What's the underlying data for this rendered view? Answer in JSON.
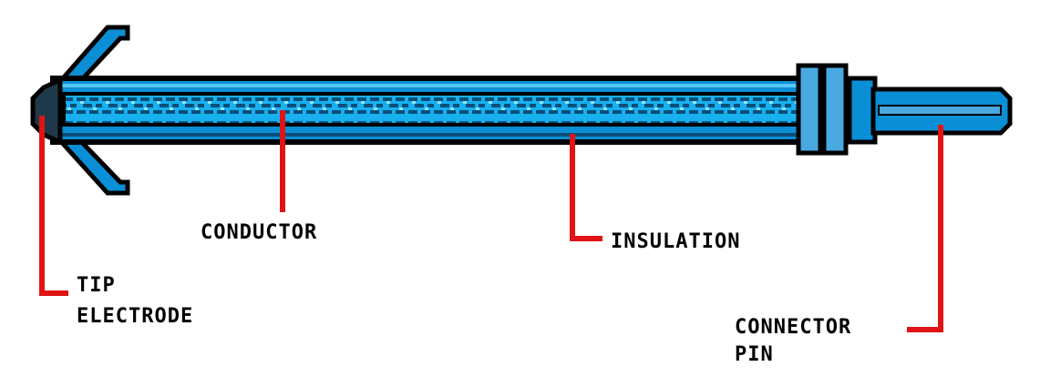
{
  "labels": {
    "conductor": "CONDUCTOR",
    "insulation": "INSULATION",
    "tip_line1": "TIP",
    "tip_line2": "ELECTRODE",
    "connector_line1": "CONNECTOR",
    "connector_line2": "PIN"
  },
  "colors": {
    "outline": "#000000",
    "lead_body": "#0a8fd6",
    "conductor_core": "#19b6f2",
    "highlight": "#6fd2ff",
    "ring": "#4aa8e0",
    "tip": "#1e3a4a",
    "pointer": "#e01414"
  }
}
